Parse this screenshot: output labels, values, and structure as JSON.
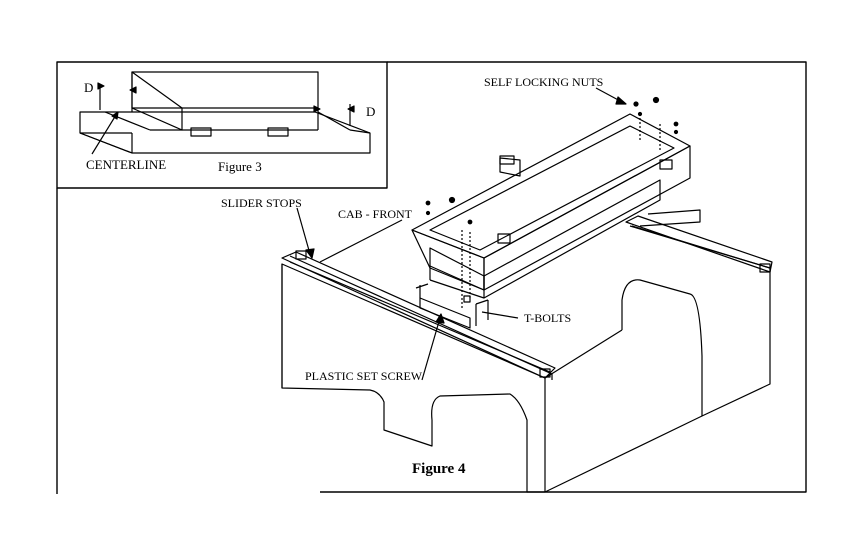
{
  "figure3": {
    "caption": "Figure 3",
    "centerline_label": "CENTERLINE",
    "d_left_label": "D",
    "d_right_label": "D"
  },
  "figure4": {
    "caption": "Figure 4",
    "self_locking_nuts_label": "SELF LOCKING NUTS",
    "slider_stops_label": "SLIDER STOPS",
    "cab_front_label": "CAB - FRONT",
    "t_bolts_label": "T-BOLTS",
    "plastic_set_screw_label": "PLASTIC SET SCREW"
  }
}
